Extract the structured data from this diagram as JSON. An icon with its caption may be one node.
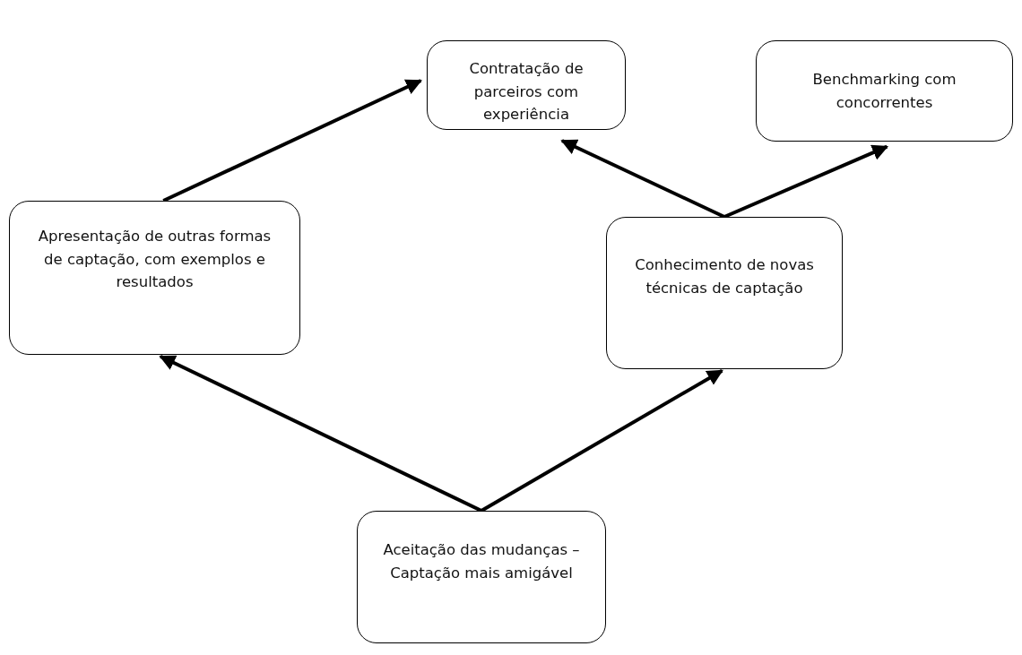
{
  "diagram": {
    "nodes": [
      {
        "text": [
          "Contratação de parceiros com experiência"
        ]
      },
      {
        "text": [
          "Benchmarking com concorrentes"
        ]
      },
      {
        "text": [
          "Apresentação de outras formas de captação, com exemplos e resultados"
        ]
      },
      {
        "text": [
          "Conhecimento de novas técnicas de captação"
        ]
      },
      {
        "text": [
          "Aceitação das mudanças – Captação mais amigável"
        ]
      }
    ],
    "edges": [
      {
        "from": 2,
        "to": 0,
        "arrow": "to"
      },
      {
        "from": 3,
        "to": 0,
        "arrow": "to"
      },
      {
        "from": 3,
        "to": 1,
        "arrow": "to"
      },
      {
        "from": 4,
        "to": 2,
        "arrow": "to"
      },
      {
        "from": 4,
        "to": 3,
        "arrow": "to"
      }
    ]
  }
}
